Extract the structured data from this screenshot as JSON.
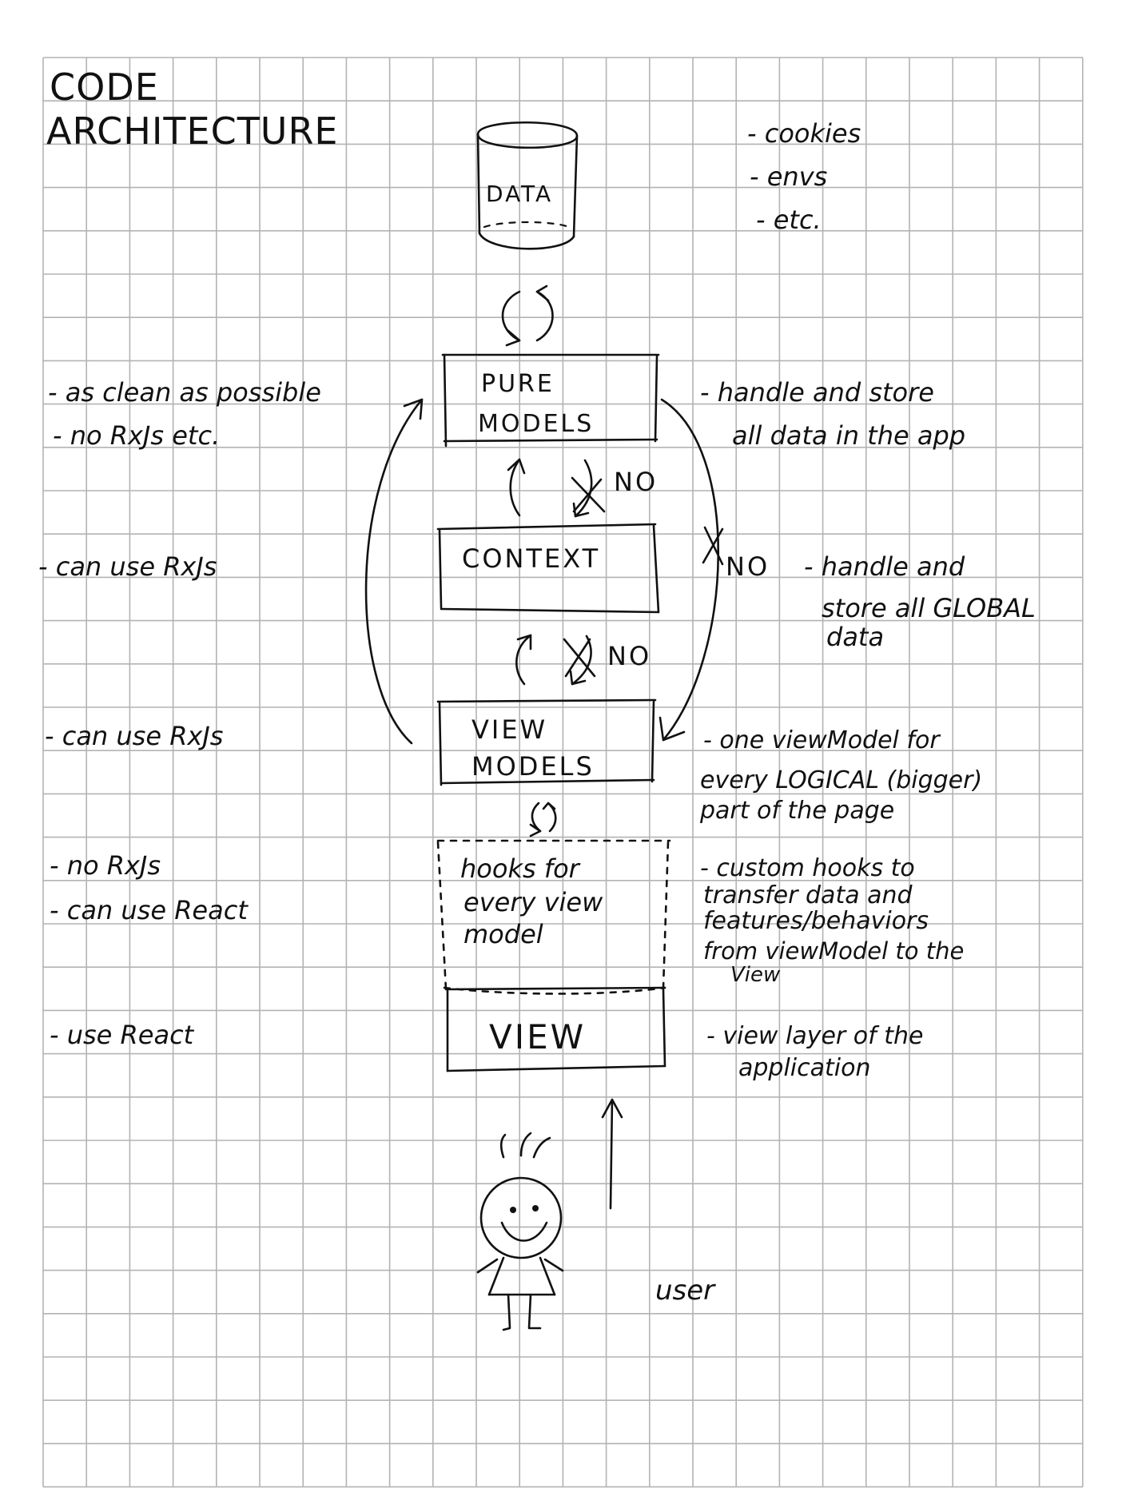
{
  "title": {
    "line1": "CODE",
    "line2": "ARCHITECTURE"
  },
  "data_store": {
    "label": "DATA",
    "notes": [
      "- cookies",
      "- envs",
      "- etc."
    ]
  },
  "layers": {
    "pure_models": {
      "line1": "PURE",
      "line2": "MODELS"
    },
    "context": {
      "label": "CONTEXT"
    },
    "view_models": {
      "line1": "VIEW",
      "line2": "MODELS"
    },
    "hooks": {
      "line1": "hooks for",
      "line2": "every view",
      "line3": "model"
    },
    "view": {
      "label": "VIEW"
    }
  },
  "arrow_labels": {
    "no_context_to_pure": "NO",
    "no_view_models_to_context": "NO",
    "no_pure_to_view_models": "NO"
  },
  "left_notes": {
    "pure_models": [
      "- as clean as possible",
      "- no RxJs etc."
    ],
    "context": [
      "- can use RxJs"
    ],
    "view_models": [
      "- can use RxJs"
    ],
    "hooks": [
      "- no RxJs",
      "- can use React"
    ],
    "view": [
      "- use React"
    ]
  },
  "right_notes": {
    "pure_models": [
      "- handle and store",
      "all data in the app"
    ],
    "context": [
      "- handle and",
      "store all GLOBAL",
      "data"
    ],
    "view_models": [
      "- one viewModel for",
      "every LOGICAL (bigger)",
      "part of the page"
    ],
    "hooks": [
      "- custom hooks to",
      "transfer data and",
      "features/behaviors",
      "from viewModel to the",
      "View"
    ],
    "view": [
      "- view layer of the",
      "application"
    ]
  },
  "user": {
    "label": "user"
  }
}
